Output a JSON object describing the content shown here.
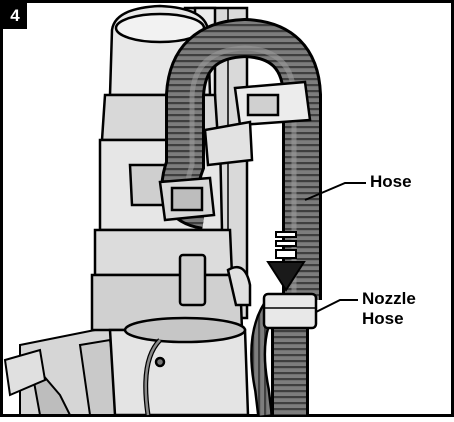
{
  "figure": {
    "step_number": "4",
    "labels": {
      "hose": "Hose",
      "nozzle_hose_line1": "Nozzle",
      "nozzle_hose_line2": "Hose"
    },
    "colors": {
      "outline": "#000000",
      "hose_dark": "#555555",
      "hose_mid": "#8a8a8a",
      "body_light": "#e6e6e6",
      "body_mid": "#cfcfcf",
      "body_dark": "#a9a9a9",
      "arrow": "#1a1a1a"
    }
  }
}
